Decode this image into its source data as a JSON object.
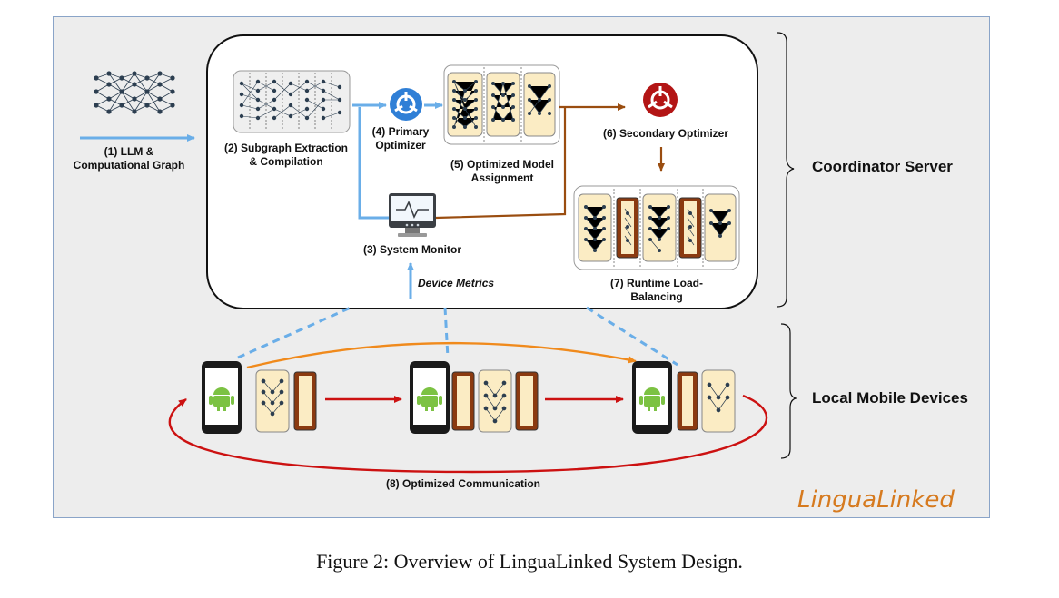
{
  "labels": {
    "llm": "(1) LLM &\nComputational Graph",
    "subgraph": "(2) Subgraph Extraction\n& Compilation",
    "system_monitor": "(3) System Monitor",
    "primary": "(4) Primary\nOptimizer",
    "assignment": "(5) Optimized Model\nAssignment",
    "secondary": "(6) Secondary Optimizer",
    "runtime": "(7) Runtime Load-\nBalancing",
    "communication": "(8) Optimized Communication",
    "device_metrics": "Device Metrics"
  },
  "sections": {
    "coordinator": "Coordinator Server",
    "local": "Local Mobile Devices"
  },
  "brand": "LinguaLinked",
  "caption": "Figure 2: Overview of LinguaLinked System Design.",
  "colors": {
    "blue_arrow": "#6aaee8",
    "brown_arrow": "#9a4d10",
    "red_arrow": "#cc1111",
    "orange_arrow": "#f08a1c",
    "primary_optimizer": "#2f7fd6",
    "secondary_optimizer": "#b31515",
    "module_fill": "#fbecc4",
    "module_dark": "#8b3a10",
    "brand": "#d67a1f"
  },
  "icons": {
    "llm_graph": "neural-network-icon",
    "primary_optimizer": "optimizer-icon",
    "secondary_optimizer": "optimizer-icon",
    "system_monitor": "monitor-icon",
    "phone": "android-phone-icon"
  }
}
